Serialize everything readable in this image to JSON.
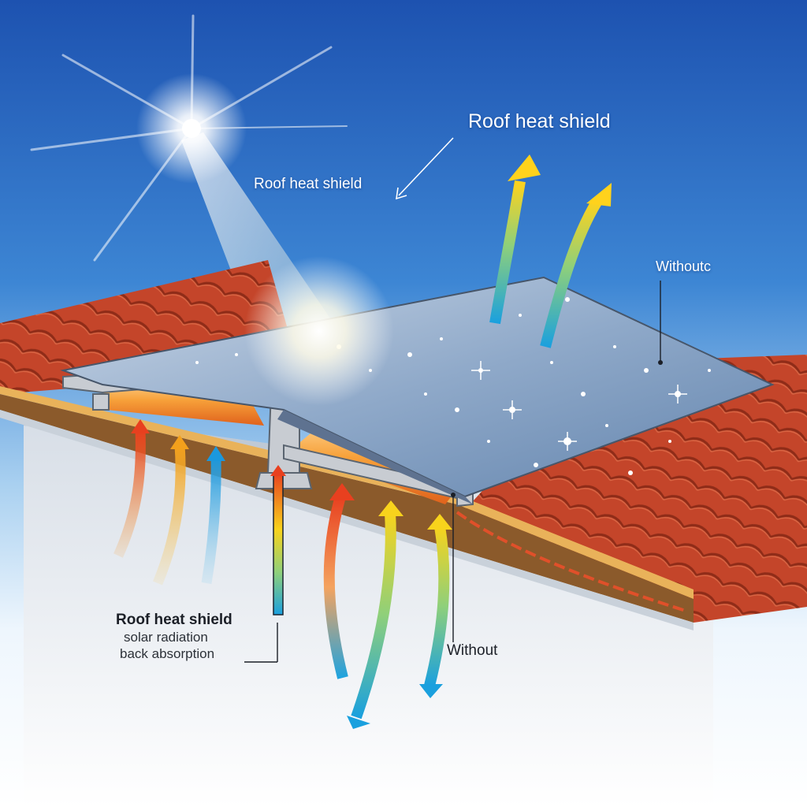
{
  "labels": {
    "title_top_right": "Roof heat shield",
    "label_sky_left": "Roof heat shield",
    "label_sky_right": "Withoutc",
    "legend_title": "Roof heat shield",
    "legend_line1": "solar radiation",
    "legend_line2": "back absorption",
    "label_without": "Without"
  },
  "colors": {
    "sky_top": "#1f57b4",
    "sky_bottom": "#eaf4fd",
    "roof_tile": "#c4452a",
    "roof_tile_dark": "#8f2c18",
    "shield_panel": "#8fa9c9",
    "heat_glow": "#f0892a",
    "arrow_hot": "#e8401f",
    "arrow_warm": "#f5b31f",
    "arrow_cool": "#1fa6e0"
  }
}
